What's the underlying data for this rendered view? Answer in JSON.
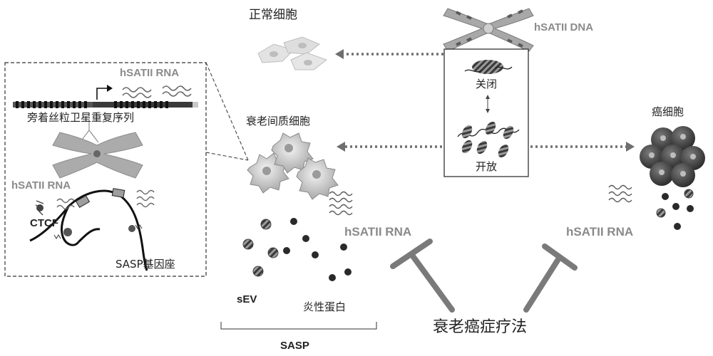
{
  "labels": {
    "normal_cell": "正常细胞",
    "hsatii_dna": "hSATII DNA",
    "closed": "关闭",
    "open": "开放",
    "senescent_stromal_cell": "衰老间质细胞",
    "cancer_cell": "癌细胞",
    "hsatii_rna_inset": "hSATII RNA",
    "pericentromeric_repeat": "旁着丝粒卫星重复序列",
    "hsatii_rna_inset_lower": "hSATII RNA",
    "ctcf": "CTCF",
    "sasp_locus": "SASP基因座",
    "hsatii_rna_center": "hSATII RNA",
    "hsatii_rna_right": "hSATII RNA",
    "sev": "sEV",
    "inflammatory_protein": "炎性蛋白",
    "sasp": "SASP",
    "therapy": "衰老癌症疗法"
  },
  "colors": {
    "ink": "#222222",
    "arrow": "#6e6e6e",
    "chromosome_light": "#a8a8a8",
    "chromosome_dark": "#5a5a5a",
    "cell_fill": "#c9c9c9",
    "inhibitor": "#7a7a7a"
  }
}
